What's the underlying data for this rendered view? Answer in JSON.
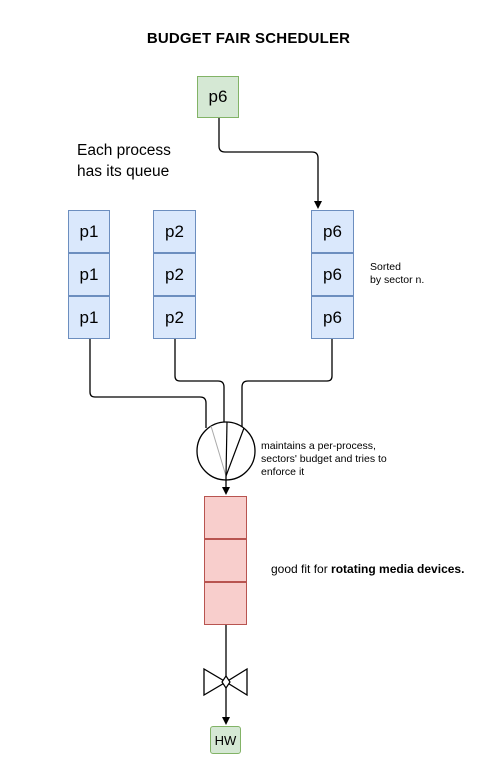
{
  "title": "BUDGET FAIR SCHEDULER",
  "incoming": "p6",
  "queue_note": [
    "Each process",
    "has its queue"
  ],
  "queues": [
    {
      "items": [
        "p1",
        "p1",
        "p1"
      ]
    },
    {
      "items": [
        "p2",
        "p2",
        "p2"
      ]
    },
    {
      "items": [
        "p6",
        "p6",
        "p6"
      ]
    }
  ],
  "sorted_note": [
    "Sorted",
    "by sector n."
  ],
  "scheduler_note": [
    "maintains a per-process,",
    "sectors' budget and tries to",
    "enforce it"
  ],
  "fit_note": {
    "prefix": "good fit for ",
    "bold": "rotating media devices."
  },
  "hw": "HW",
  "colors": {
    "queue_fill": "#dae8fc",
    "queue_border": "#6c8ebf",
    "green_fill": "#d5e8d4",
    "green_border": "#82b366",
    "dispatch_fill": "#f8cecc",
    "dispatch_border": "#b85450"
  }
}
